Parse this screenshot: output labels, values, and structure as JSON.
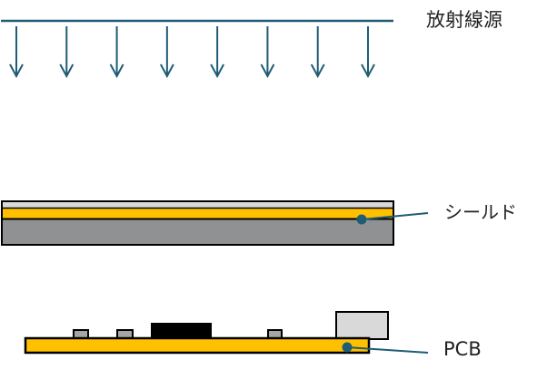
{
  "diagram": {
    "labels": {
      "source": "放射線源",
      "shield": "シールド",
      "pcb": "PCB"
    },
    "arrow_count": 8,
    "colors": {
      "radiation": "#1f5c75",
      "shield_top_layer": "#d9d9d9",
      "shield_mid_layer": "#ffc000",
      "shield_base_layer": "#8f9192",
      "pcb_board": "#ffc000",
      "small_component": "#a6a6a6",
      "chip": "#000000",
      "connector": "#d9d9d9",
      "outline": "#000000",
      "callout": "#1f5c75"
    }
  }
}
